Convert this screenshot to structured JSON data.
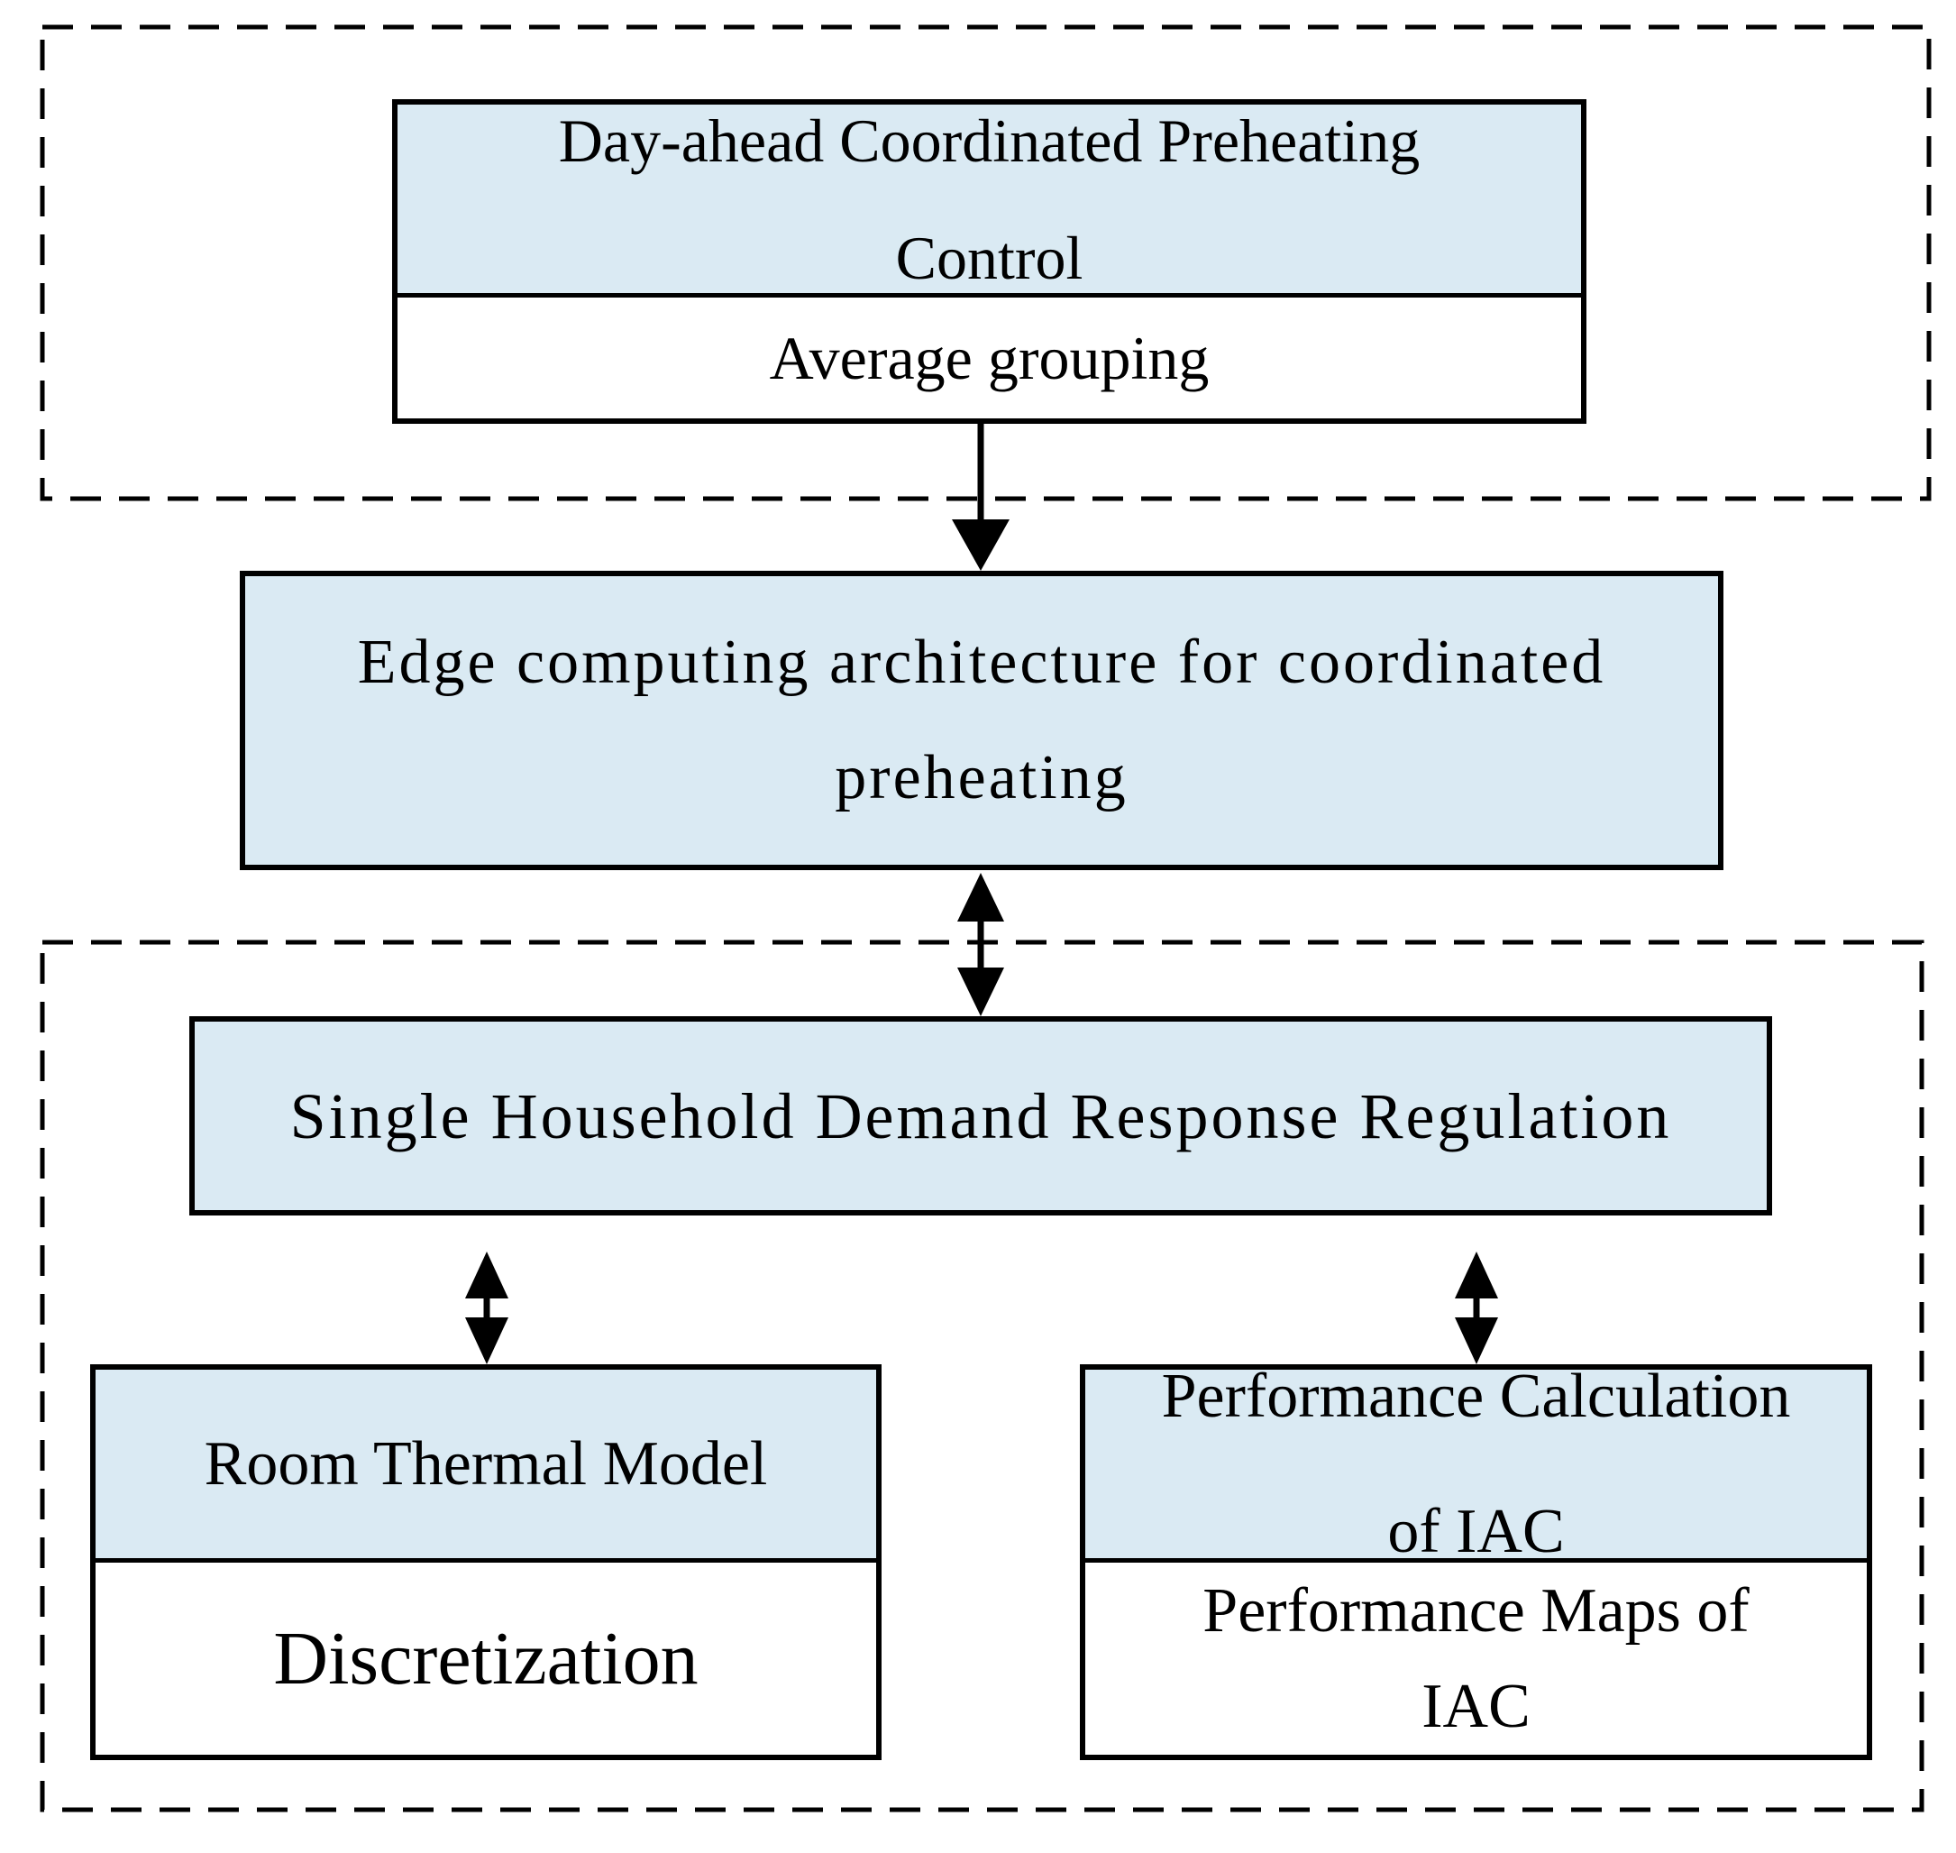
{
  "colors": {
    "box_fill": "#daeaf3",
    "line": "#000000",
    "background": "#ffffff",
    "text": "#000000"
  },
  "diagram": {
    "top_group": {
      "header_line1": "Day-ahead Coordinated Preheating",
      "header_line2": "Control",
      "body": "Average grouping"
    },
    "edge_box": {
      "line1": "Edge computing architecture for coordinated",
      "line2": "preheating"
    },
    "single_box": {
      "label": "Single Household Demand Response Regulation"
    },
    "room_box": {
      "header": "Room Thermal Model",
      "body": "Discretization"
    },
    "perf_box": {
      "header_line1": "Performance Calculation",
      "header_line2": "of IAC",
      "body_line1": "Performance Maps of",
      "body_line2": "IAC"
    }
  }
}
